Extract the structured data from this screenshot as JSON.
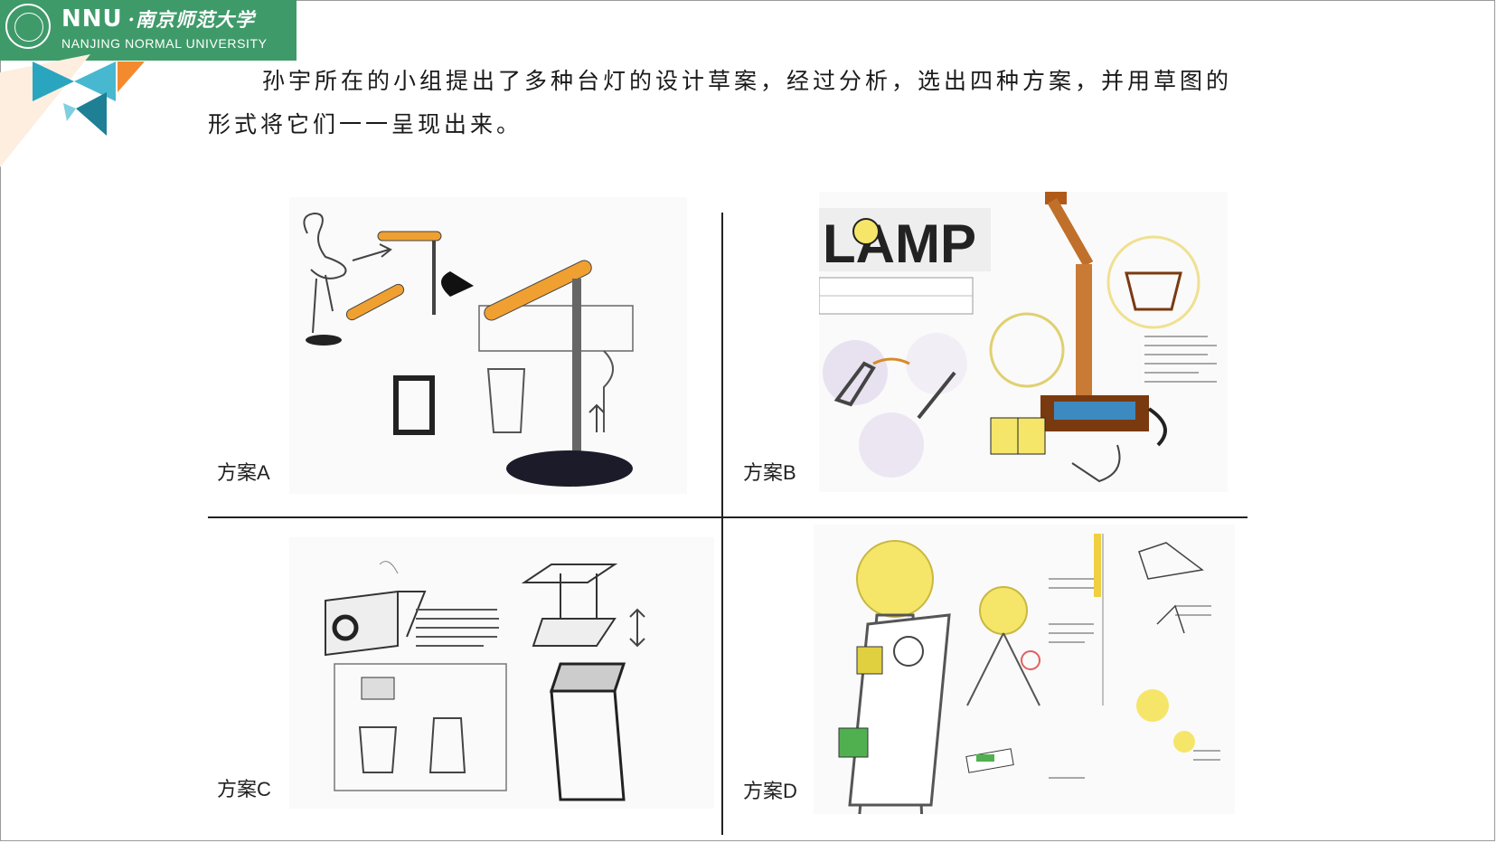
{
  "header": {
    "logo_abbr": "NNU",
    "logo_cn": "·南京师范大学",
    "logo_en": "NANJING NORMAL UNIVERSITY"
  },
  "intro_text": "孙宇所在的小组提出了多种台灯的设计草案，经过分析，选出四种方案，并用草图的形式将它们一一呈现出来。",
  "panels": [
    {
      "label": "方案A"
    },
    {
      "label": "方案B",
      "sketch_title": "LAMP"
    },
    {
      "label": "方案C"
    },
    {
      "label": "方案D"
    }
  ],
  "colors": {
    "brand_green": "#3f9a6a",
    "sketch_orange": "#f0a030",
    "sketch_yellow": "#f5e66a"
  }
}
